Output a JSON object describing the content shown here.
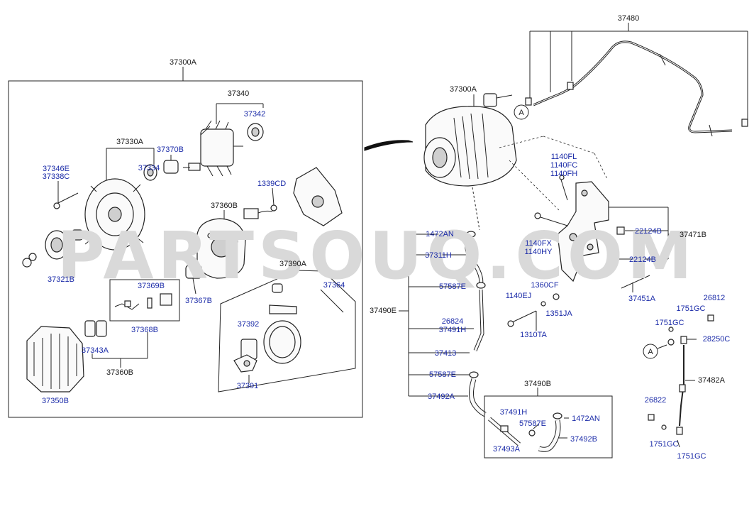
{
  "watermark": "PARTSOUQ.COM",
  "callout_letter": "A",
  "labels": {
    "l37300A_box": "37300A",
    "l37340": "37340",
    "l37342": "37342",
    "l37330A": "37330A",
    "l37370B": "37370B",
    "l37334": "37334",
    "l37346E": "37346E",
    "l37338C": "37338C",
    "l1339CD": "1339CD",
    "l37360B_top": "37360B",
    "l37321B": "37321B",
    "l37390A": "37390A",
    "l37369B": "37369B",
    "l37367B": "37367B",
    "l37364": "37364",
    "l37368B": "37368B",
    "l37392": "37392",
    "l37343A": "37343A",
    "l37360B_bot": "37360B",
    "l37391": "37391",
    "l37350B": "37350B",
    "l37480": "37480",
    "l37300A_asm": "37300A",
    "l1140FL": "1140FL",
    "l1140FC": "1140FC",
    "l1140FH": "1140FH",
    "l1472AN_1": "1472AN",
    "l22124B_1": "22124B",
    "l37471B": "37471B",
    "l37311H": "37311H",
    "l1140FX": "1140FX",
    "l1140HY": "1140HY",
    "l22124B_2": "22124B",
    "l57587E_1": "57587E",
    "l1360CF": "1360CF",
    "l1140EJ": "1140EJ",
    "l37451A": "37451A",
    "l26812": "26812",
    "l37490E": "37490E",
    "l1351JA": "1351JA",
    "l1751GC_1": "1751GC",
    "l26824": "26824",
    "l37491H_1": "37491H",
    "l1751GC_2": "1751GC",
    "l1310TA": "1310TA",
    "l28250C": "28250C",
    "l37413": "37413",
    "l57587E_2": "57587E",
    "l37482A": "37482A",
    "l37490B": "37490B",
    "l37492A": "37492A",
    "l26822": "26822",
    "l37491H_2": "37491H",
    "l1472AN_2": "1472AN",
    "l57587E_3": "57587E",
    "l37492B": "37492B",
    "l37493A": "37493A",
    "l1751GC_3": "1751GC",
    "l1751GC_4": "1751GC"
  }
}
